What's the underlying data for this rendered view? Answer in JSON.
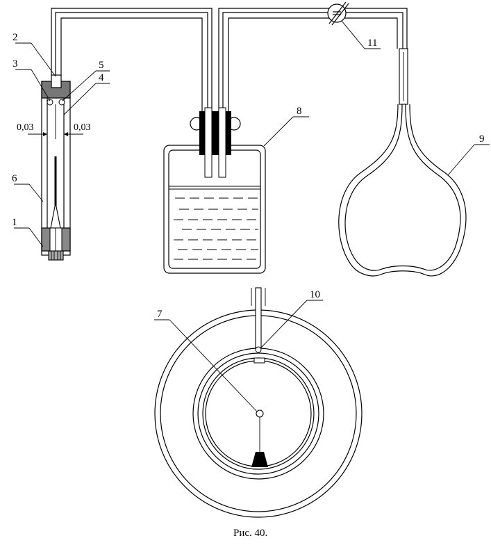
{
  "figure": {
    "caption": "Рис. 40.",
    "labels": [
      "1",
      "2",
      "3",
      "4",
      "5",
      "6",
      "7",
      "8",
      "9",
      "10",
      "11"
    ],
    "dimensions": {
      "left": "0,03",
      "right": "0,03"
    }
  }
}
